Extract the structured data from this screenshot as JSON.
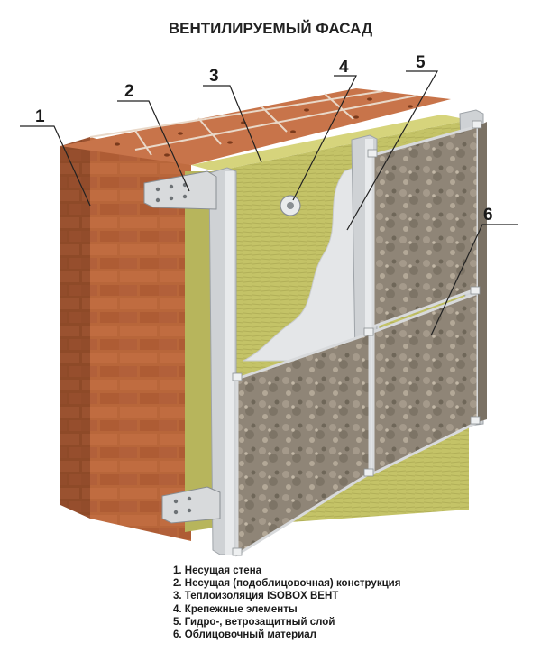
{
  "title": "ВЕНТИЛИРУЕМЫЙ ФАСАД",
  "callouts": [
    "1",
    "2",
    "3",
    "4",
    "5",
    "6"
  ],
  "legend": [
    {
      "num": "1.",
      "text": "Несущая стена"
    },
    {
      "num": "2.",
      "text": "Несущая (подоблицовочная) конструкция"
    },
    {
      "num": "3.",
      "text": "Теплоизоляция  ISOBOX ВЕНТ"
    },
    {
      "num": "4.",
      "text": "Крепежные элементы"
    },
    {
      "num": "5.",
      "text": "Гидро-, ветрозащитный слой"
    },
    {
      "num": "6.",
      "text": "Облицовочный материал"
    }
  ],
  "colors": {
    "brick_face": "#b8663a",
    "brick_top": "#c8744a",
    "mortar": "#e9d8c8",
    "insulation": "#c9c86a",
    "membrane": "#e4e6e8",
    "metal": "#d8dadc",
    "stone": "#8f8577"
  }
}
